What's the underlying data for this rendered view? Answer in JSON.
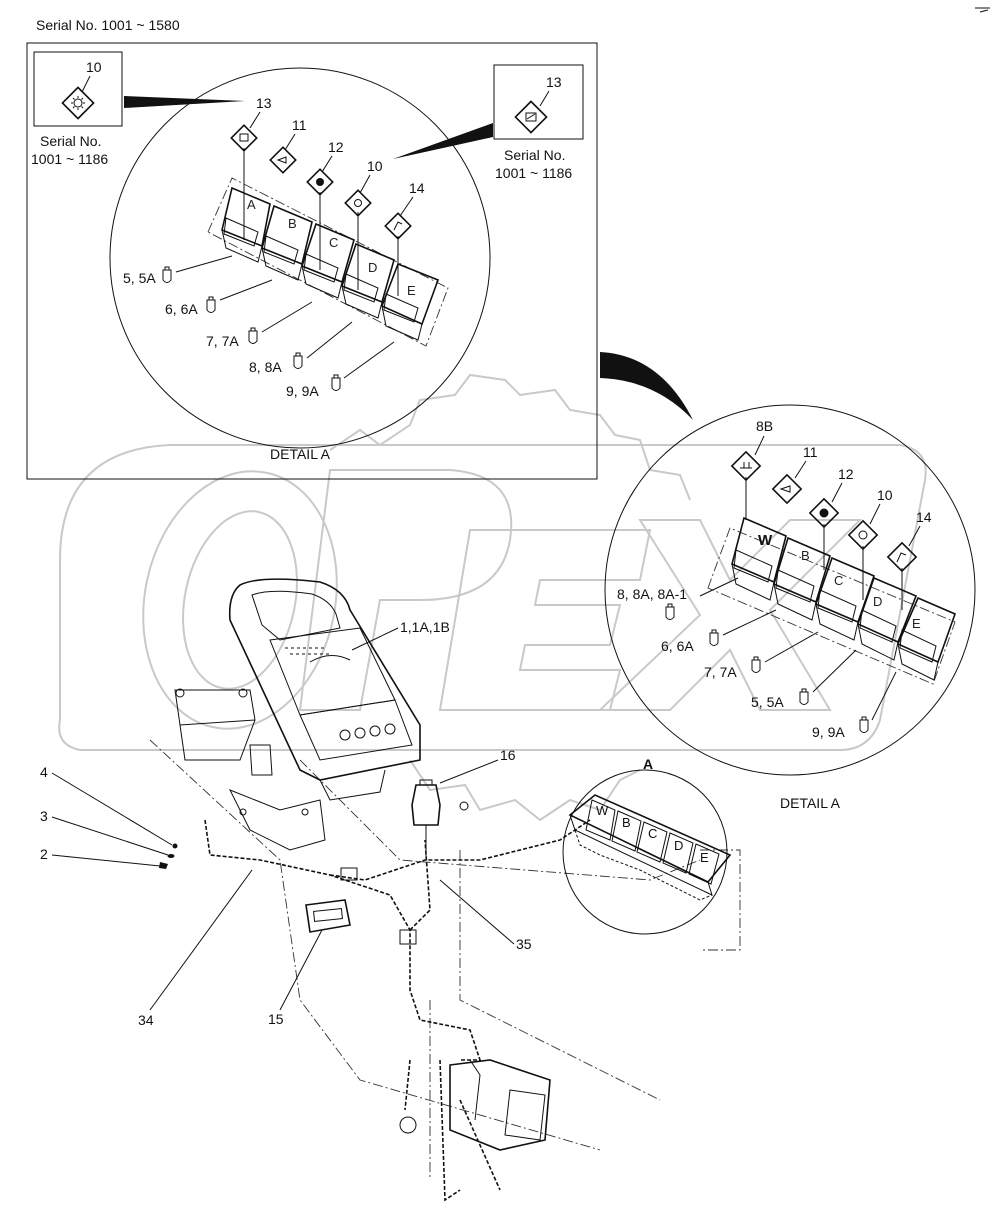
{
  "header": {
    "serial_range": "Serial No. 1001 ~ 1580"
  },
  "detail_top": {
    "title": "DETAIL  A",
    "inset_left": {
      "callout": "10",
      "serial_line1": "Serial No.",
      "serial_line2": "1001 ~ 1186"
    },
    "inset_right": {
      "callout": "13",
      "serial_line1": "Serial No.",
      "serial_line2": "1001 ~ 1186"
    },
    "symbol_callouts": [
      "13",
      "11",
      "12",
      "10",
      "14"
    ],
    "switch_letters": [
      "A",
      "B",
      "C",
      "D",
      "E"
    ],
    "bulb_labels": [
      "5, 5A",
      "6, 6A",
      "7, 7A",
      "8, 8A",
      "9, 9A"
    ]
  },
  "detail_right": {
    "title": "DETAIL  A",
    "symbol_callouts": [
      "8B",
      "11",
      "12",
      "10",
      "14"
    ],
    "switch_letters": [
      "W",
      "B",
      "C",
      "D",
      "E"
    ],
    "bulb_labels": [
      "8, 8A, 8A-1",
      "6, 6A",
      "7, 7A",
      "5, 5A",
      "9, 9A"
    ]
  },
  "main": {
    "section_marker": "A",
    "callouts": {
      "cluster": "1,1A,1B",
      "sensor": "16",
      "harness": "35",
      "bracket": "34",
      "connector": "15",
      "c4": "4",
      "c3": "3",
      "c2": "2"
    },
    "mini_switch_letters": [
      "W",
      "B",
      "C",
      "D",
      "E"
    ]
  },
  "watermark": {
    "text": "OPEX"
  }
}
